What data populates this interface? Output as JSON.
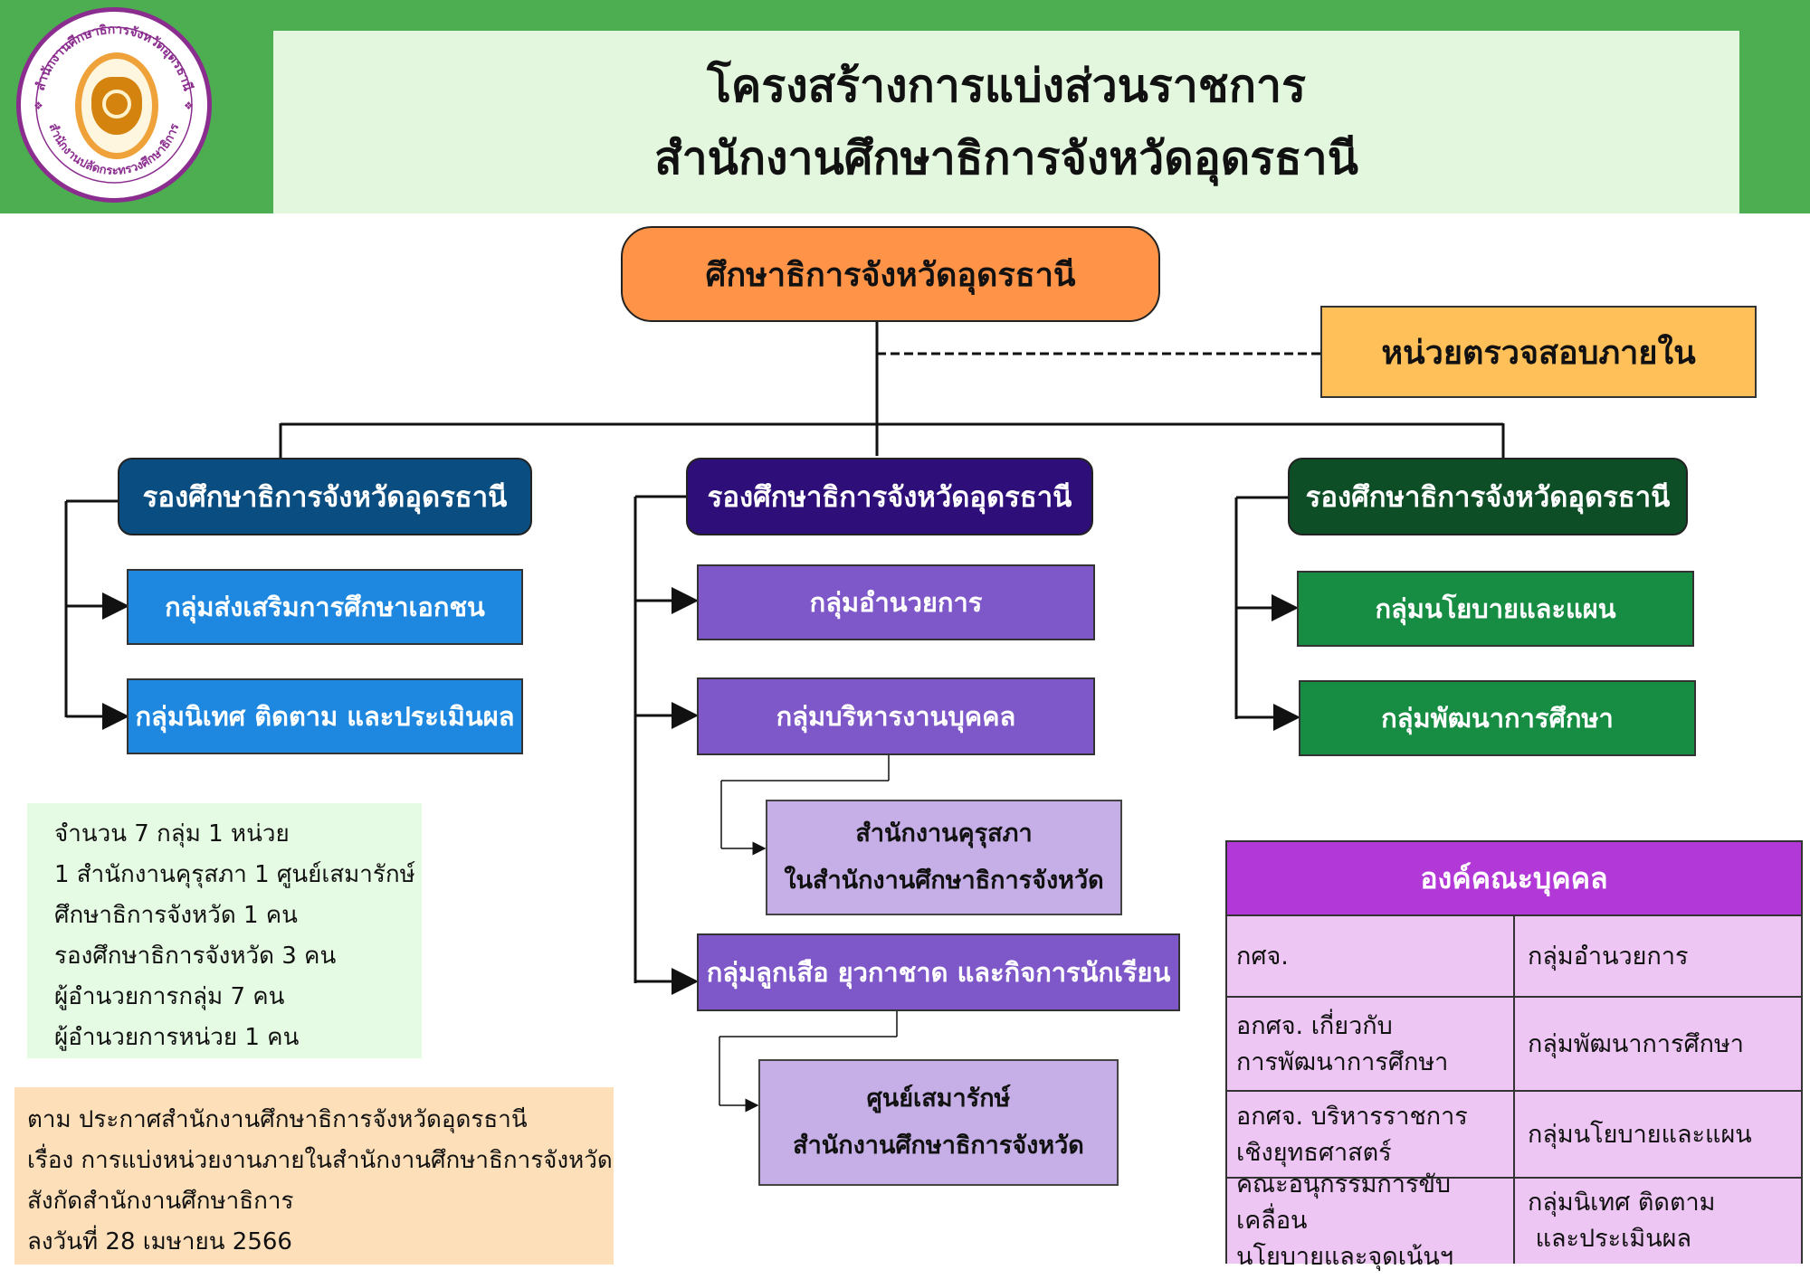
{
  "header": {
    "title_line1": "โครงสร้างการแบ่งส่วนราชการ",
    "title_line2": "สำนักงานศึกษาธิการจังหวัดอุดรธานี",
    "logo_text_top": "สำนักงานศึกษาธิการจังหวัดอุดรธานี",
    "logo_text_bottom": "สำนักงานปลัดกระทรวงศึกษาธิการ"
  },
  "director": {
    "label": "ศึกษาธิการจังหวัดอุดรธานี"
  },
  "audit_unit": {
    "label": "หน่วยตรวจสอบภายใน"
  },
  "deputies": [
    {
      "label": "รองศึกษาธิการจังหวัดอุดรธานี",
      "color": "#0a4d80",
      "groups": [
        {
          "label": "กลุ่มส่งเสริมการศึกษาเอกชน",
          "color": "#1e88e0"
        },
        {
          "label": "กลุ่มนิเทศ ติดตาม และประเมินผล",
          "color": "#1e88e0"
        }
      ]
    },
    {
      "label": "รองศึกษาธิการจังหวัดอุดรธานี",
      "color": "#2e0f7a",
      "groups": [
        {
          "label": "กลุ่มอำนวยการ",
          "color": "#7e58c8"
        },
        {
          "label": "กลุ่มบริหารงานบุคคล",
          "color": "#7e58c8",
          "sub": {
            "line1": "สำนักงานคุรุสภา",
            "line2": "ในสำนักงานศึกษาธิการจังหวัด"
          }
        },
        {
          "label": "กลุ่มลูกเสือ ยุวกาชาด และกิจการนักเรียน",
          "color": "#7e58c8",
          "sub": {
            "line1": "ศูนย์เสมารักษ์",
            "line2": "สำนักงานศึกษาธิการจังหวัด"
          }
        }
      ]
    },
    {
      "label": "รองศึกษาธิการจังหวัดอุดรธานี",
      "color": "#0e4e27",
      "groups": [
        {
          "label": "กลุ่มนโยบายและแผน",
          "color": "#178c43"
        },
        {
          "label": "กลุ่มพัฒนาการศึกษา",
          "color": "#178c43"
        }
      ]
    }
  ],
  "summary": {
    "lines": [
      "จำนวน 7 กลุ่ม 1 หน่วย",
      "1 สำนักงานคุรุสภา 1 ศูนย์เสมารักษ์",
      "ศึกษาธิการจังหวัด 1 คน",
      "รองศึกษาธิการจังหวัด 3 คน",
      "ผู้อำนวยการกลุ่ม 7 คน",
      "ผู้อำนวยการหน่วย 1 คน"
    ]
  },
  "notice": {
    "lines": [
      "ตาม ประกาศสำนักงานศึกษาธิการจังหวัดอุดรธานี",
      "เรื่อง การแบ่งหน่วยงานภายในสำนักงานศึกษาธิการจังหวัด",
      "สังกัดสำนักงานศึกษาธิการ",
      "ลงวันที่ 28 เมษายน 2566"
    ]
  },
  "persons_table": {
    "title": "องค์คณะบุคคล",
    "rows": [
      {
        "left": [
          "กศจ."
        ],
        "right": [
          "กลุ่มอำนวยการ"
        ]
      },
      {
        "left": [
          "อกศจ. เกี่ยวกับ",
          "การพัฒนาการศึกษา"
        ],
        "right": [
          "กลุ่มพัฒนาการศึกษา"
        ]
      },
      {
        "left": [
          "อกศจ. บริหารราชการ",
          "เชิงยุทธศาสตร์"
        ],
        "right": [
          "กลุ่มนโยบายและแผน"
        ]
      },
      {
        "left": [
          "คณะอนุกรรมการขับเคลื่อน",
          "นโยบายและจุดเน้นฯ"
        ],
        "right": [
          "กลุ่มนิเทศ ติดตาม",
          " และประเมินผล"
        ]
      }
    ]
  },
  "colors": {
    "header_band": "#4cae50",
    "title_panel": "#e3f7df",
    "director_fill": "#ff9448",
    "audit_fill": "#ffc05a",
    "table_header": "#b338d8",
    "table_cells": "#eec6f4"
  }
}
